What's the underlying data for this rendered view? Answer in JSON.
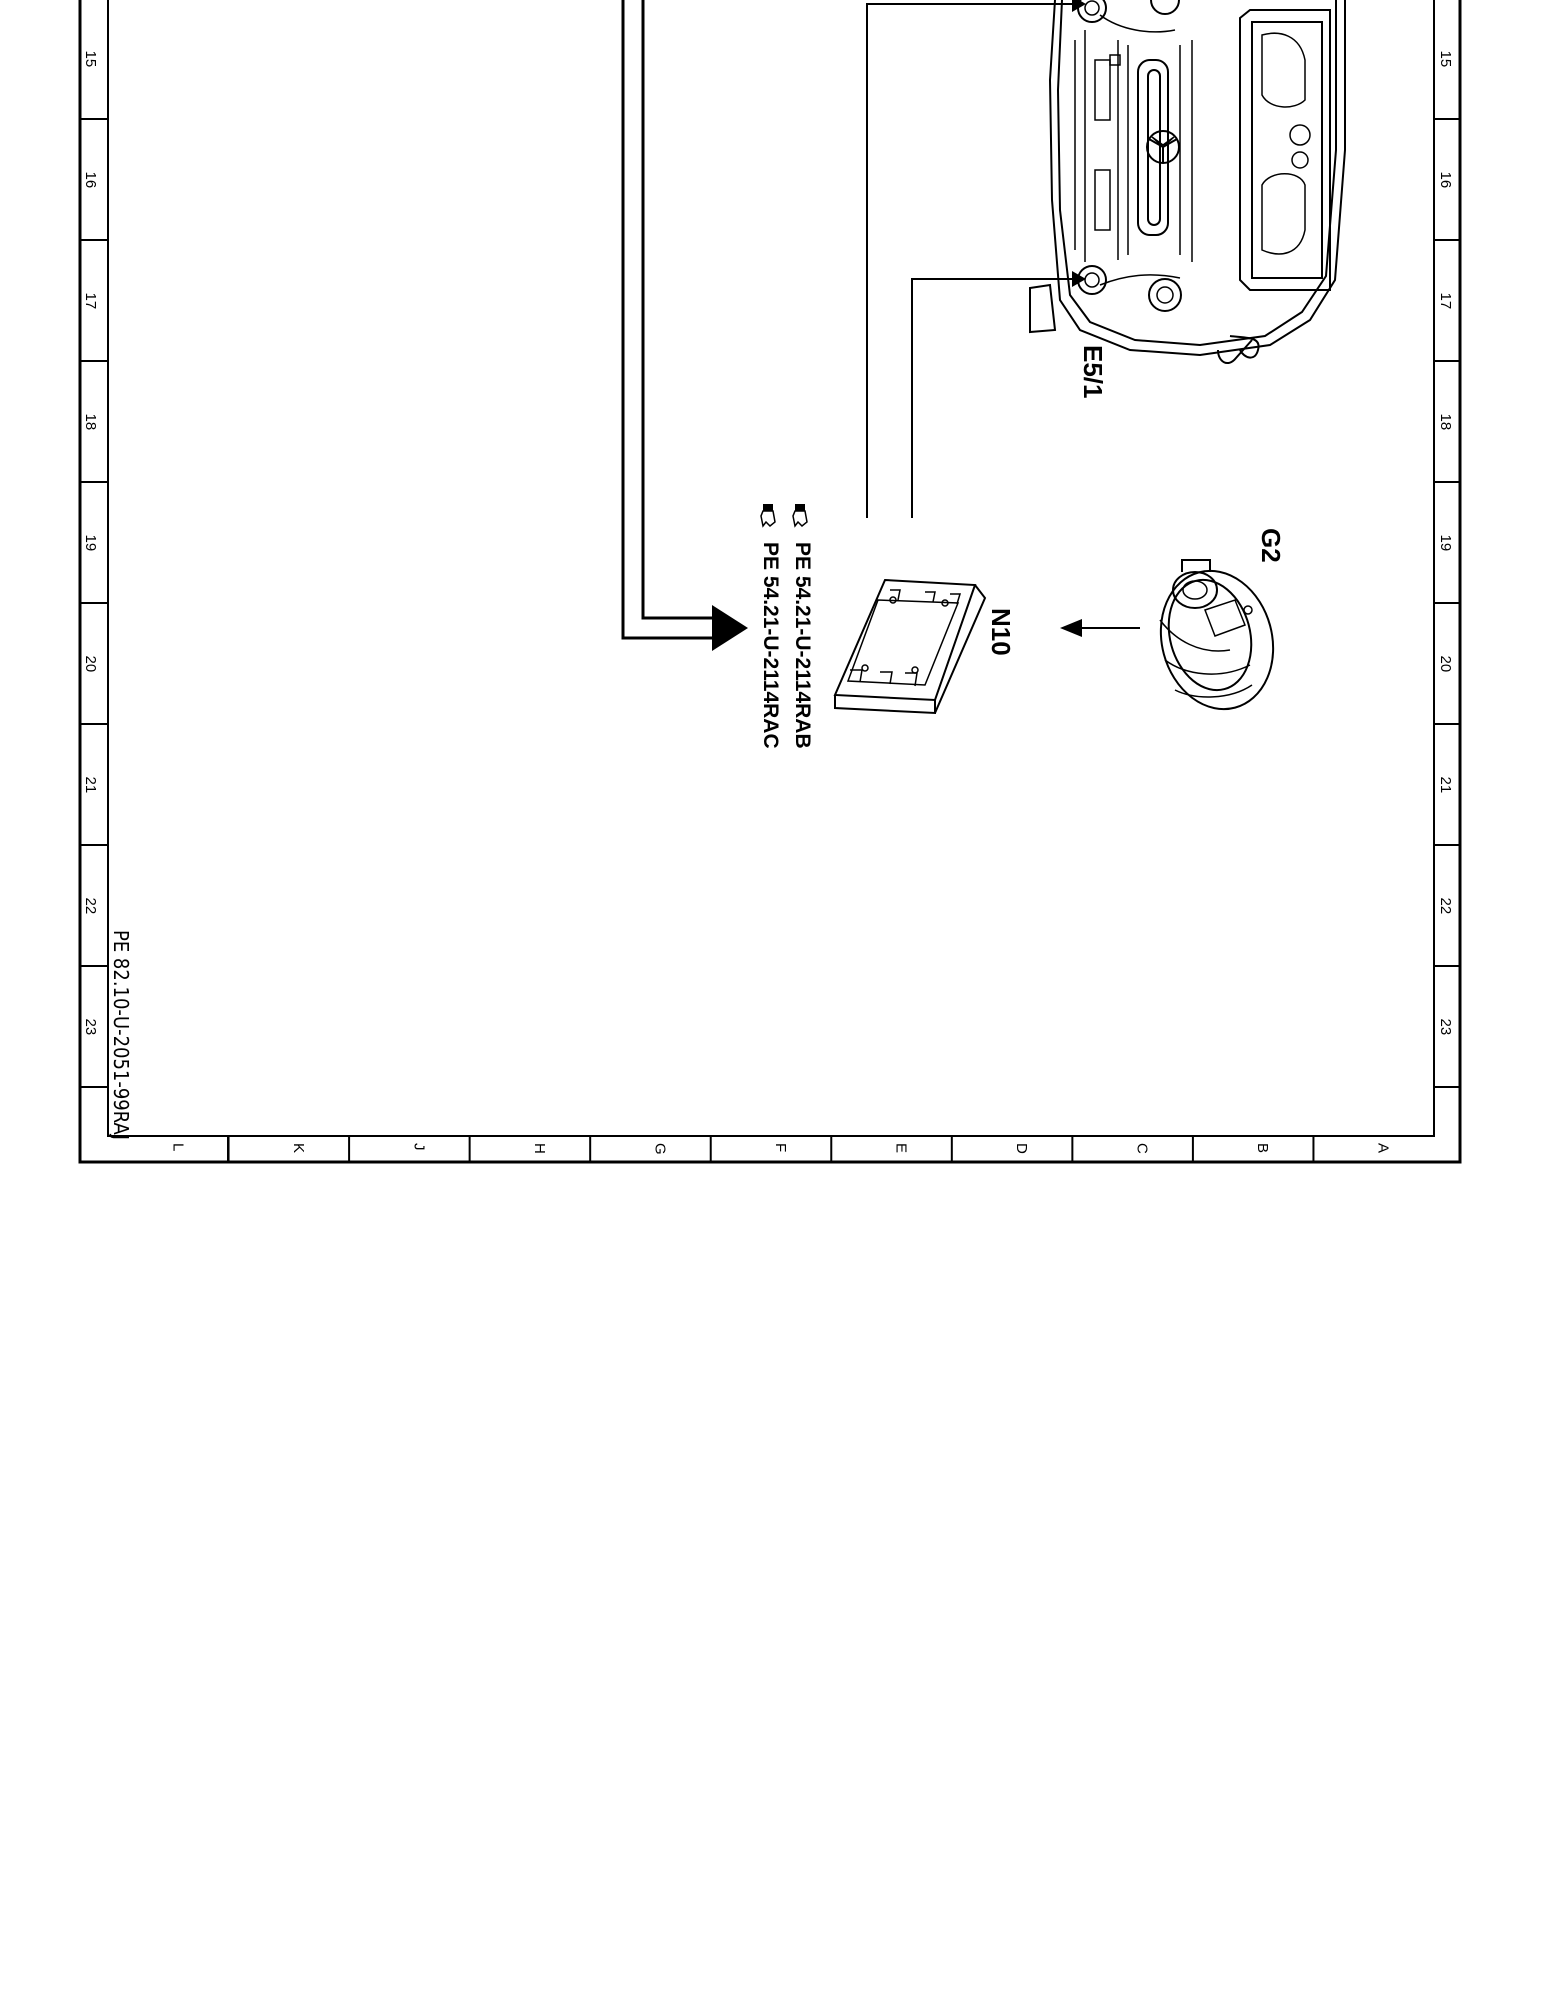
{
  "ruler": {
    "rows": [
      "15",
      "16",
      "17",
      "18",
      "19",
      "20",
      "21",
      "22",
      "23"
    ],
    "columns": [
      "L",
      "K",
      "J",
      "H",
      "G",
      "F",
      "E",
      "D",
      "C",
      "B",
      "A"
    ]
  },
  "doc_ref": "PE 82.10-U-2051-99RAJ",
  "components": {
    "e5_1": "E5/1",
    "n10": "N10",
    "g2": "G2"
  },
  "references": [
    "PE 54.21-U-2114RAB",
    "PE 54.21-U-2114RAC"
  ],
  "icons": [
    "hand-pointer-icon",
    "mercedes-star-icon"
  ]
}
